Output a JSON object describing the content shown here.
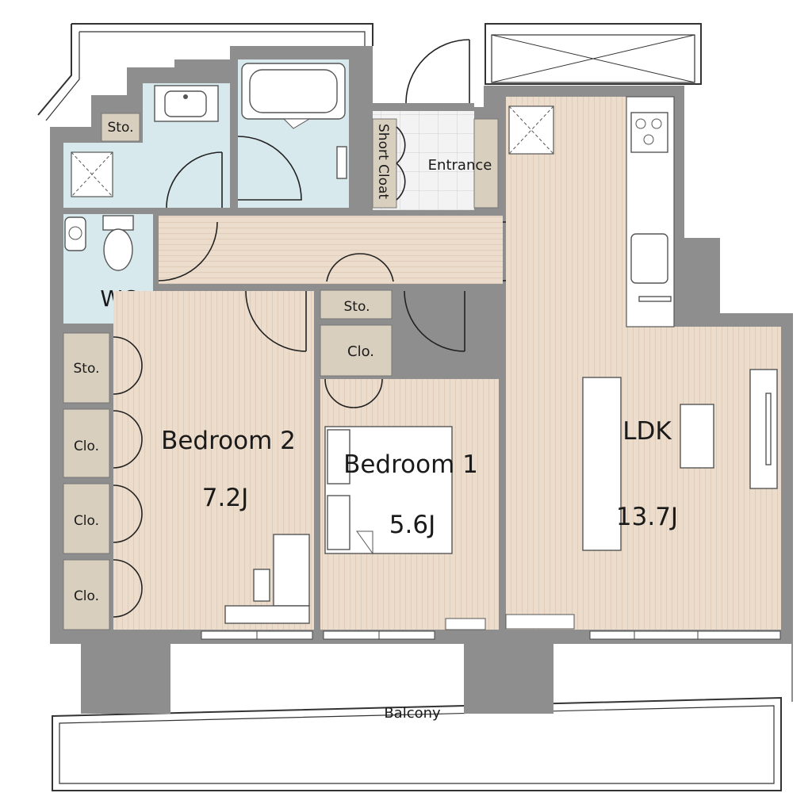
{
  "rooms": {
    "sto_top": "Sto.",
    "short_cloat": "Short Cloat",
    "entrance": "Entrance",
    "wc": "WC",
    "sto_mid": "Sto.",
    "clo_mid": "Clo.",
    "sto_left": "Sto.",
    "clo_left_1": "Clo.",
    "clo_left_2": "Clo.",
    "clo_left_3": "Clo.",
    "bedroom2_name": "Bedroom 2",
    "bedroom2_size": "7.2J",
    "bedroom1_name": "Bedroom 1",
    "bedroom1_size": "5.6J",
    "ldk_name": "LDK",
    "ldk_size": "13.7J",
    "balcony": "Balcony"
  },
  "colors": {
    "wall": "#8e8e8e",
    "wood_floor": "#ecdccb",
    "wet_area": "#d8e9ee",
    "storage": "#d9cfbf",
    "tile": "#f0f0f0"
  }
}
